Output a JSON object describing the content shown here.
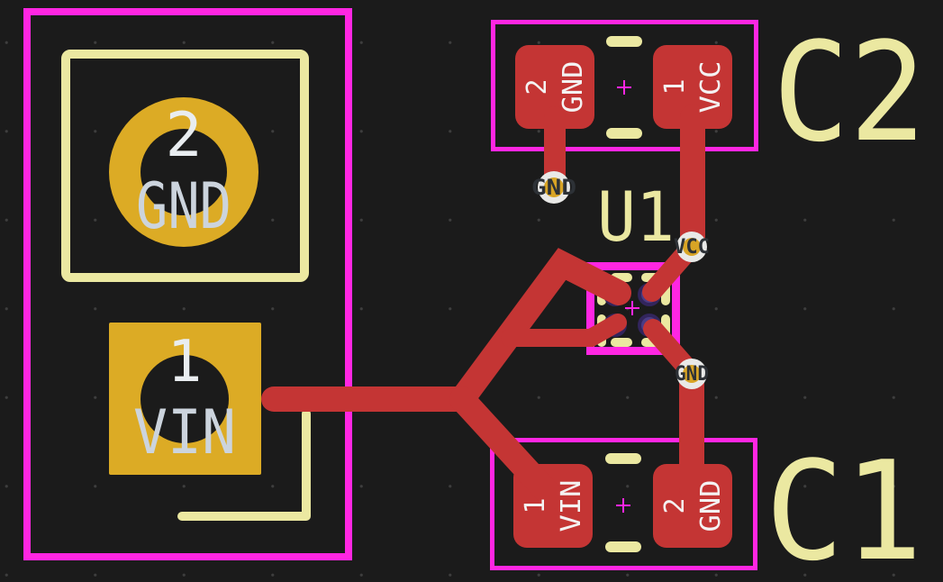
{
  "board": {
    "connector": {
      "pins": [
        {
          "number": "2",
          "net": "GND"
        },
        {
          "number": "1",
          "net": "VIN"
        }
      ]
    },
    "c2": {
      "reference": "C2",
      "pads": [
        {
          "number": "2",
          "net": "GND"
        },
        {
          "number": "1",
          "net": "VCC"
        }
      ]
    },
    "c1": {
      "reference": "C1",
      "pads": [
        {
          "number": "1",
          "net": "VIN"
        },
        {
          "number": "2",
          "net": "GND"
        }
      ]
    },
    "u1": {
      "reference": "U1"
    },
    "vias": [
      {
        "net": "GND"
      },
      {
        "net": "VCC"
      },
      {
        "net": "GND"
      }
    ]
  },
  "colors": {
    "background": "#1b1b1b",
    "copper_front": "#c43534",
    "silkscreen": "#ebe8a1",
    "courtyard": "#ff26e2",
    "through_hole_pad": "#dcab25",
    "via_ring": "#e9e9e7",
    "via_core": "#d8a425",
    "via_label": "#2d3136",
    "inner_layer_pad": "#4b3c85",
    "pad_label": "#f4f2f2",
    "pin_label": "#ccd4dd"
  }
}
